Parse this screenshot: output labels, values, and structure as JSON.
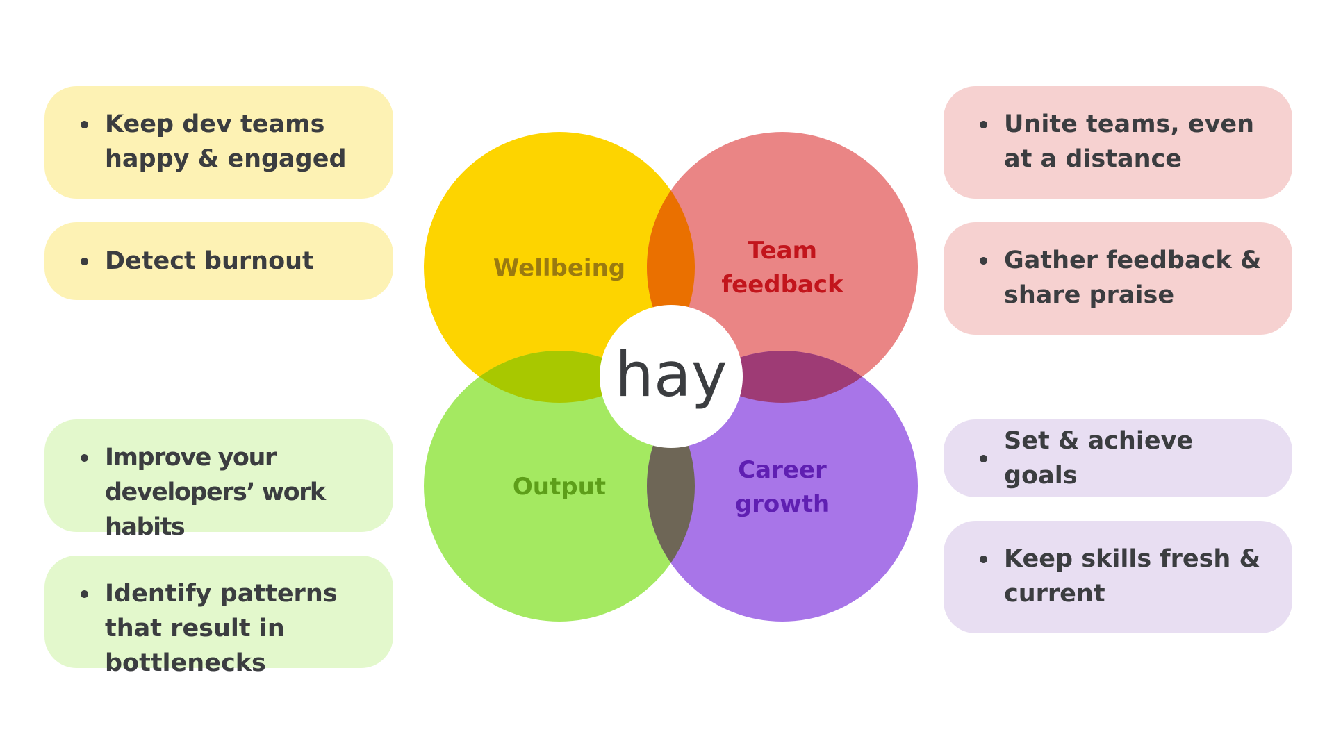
{
  "diagram": {
    "center_label": "hay",
    "circles": [
      {
        "id": "wellbeing",
        "label_lines": [
          "Wellbeing"
        ],
        "fill": "#fdd400",
        "label_color": "#9a7a10"
      },
      {
        "id": "team-feedback",
        "label_lines": [
          "Team",
          "feedback"
        ],
        "fill": "#ea8585",
        "label_color": "#c2151c"
      },
      {
        "id": "output",
        "label_lines": [
          "Output"
        ],
        "fill": "#a4e961",
        "label_color": "#5d9e19"
      },
      {
        "id": "career-growth",
        "label_lines": [
          "Career",
          "growth"
        ],
        "fill": "#a875e8",
        "label_color": "#5f1fb2"
      }
    ],
    "overlap_colors": {
      "wellbeing_team": "#ea7000",
      "wellbeing_output": "#a8c800",
      "team_career": "#9e3b75",
      "output_career": "#6e6656"
    },
    "text_color": "#3b3d40",
    "center_color": "#ffffff"
  },
  "cards": {
    "left": [
      {
        "text": "Keep dev teams happy & engaged",
        "color": "#fdf2b4"
      },
      {
        "text": "Detect burnout",
        "color": "#fdf2b4"
      },
      {
        "text": "Improve your developers’ work habits",
        "color": "#e3f8cc"
      },
      {
        "text": "Identify patterns that result in bottlenecks",
        "color": "#e3f8cc"
      }
    ],
    "right": [
      {
        "text": "Unite teams, even at a distance",
        "color": "#f6d1d0"
      },
      {
        "text": "Gather feedback & share praise",
        "color": "#f6d1d0"
      },
      {
        "text": "Set & achieve goals",
        "color": "#e8def2"
      },
      {
        "text": "Keep skills fresh & current",
        "color": "#e8def2"
      }
    ]
  }
}
